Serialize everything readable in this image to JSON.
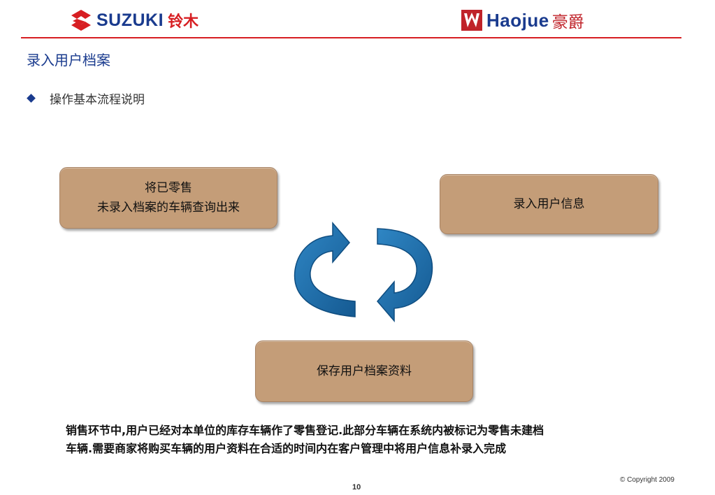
{
  "header": {
    "left_logo": {
      "text": "SUZUKI",
      "cn": "铃木",
      "color": "#1a3b8e",
      "accent": "#d71e22"
    },
    "right_logo": {
      "text": "Haojue",
      "cn": "豪爵",
      "color": "#1a3b8e",
      "accent": "#c0232a"
    }
  },
  "title": "录入用户档案",
  "bullet": "操作基本流程说明",
  "flow": {
    "box_a": {
      "line1": "将已零售",
      "line2": "未录入档案的车辆查询出来"
    },
    "box_b": {
      "label": "录入用户信息"
    },
    "box_c": {
      "label": "保存用户档案资料"
    },
    "box_color": "#c49d78",
    "arrow_color": "#1e6da8"
  },
  "description": {
    "line1": "销售环节中,用户已经对本单位的库存车辆作了零售登记.此部分车辆在系统内被标记为零售未建档",
    "line2": "车辆.需要商家将购买车辆的用户资料在合适的时间内在客户管理中将用户信息补录入完成"
  },
  "footer": {
    "copyright": "© Copyright  2009",
    "page_number": "10"
  }
}
